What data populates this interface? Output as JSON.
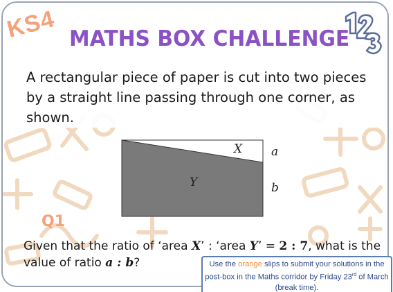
{
  "header": {
    "level": "KS4",
    "title": "MATHS BOX CHALLENGE",
    "logo_text": "123"
  },
  "question": {
    "text": "A rectangular piece of paper is cut into two pieces by a straight line passing through one corner, as shown."
  },
  "diagram": {
    "label_x": "X",
    "label_y": "Y",
    "label_a": "a",
    "label_b": "b",
    "colors": {
      "shaded": "#7a7a7a",
      "outline": "#333333"
    }
  },
  "task": {
    "number": "Q1",
    "text_1": "Given that the ratio of ‘area ",
    "sym_x": "X",
    "text_2": "’ : ‘area ",
    "sym_y": "Y",
    "text_3": "’ = ",
    "ratio": "2 : 7",
    "text_4": ", what is the value of ratio ",
    "ratio_ab": "a : b",
    "text_5": "?"
  },
  "notice": {
    "part_1": "Use the ",
    "orange_word": "orange",
    "part_2": " slips to submit your solutions in the post-box in the Maths corridor by Friday 23",
    "superscript": "rd",
    "part_3": " of March (break time)."
  },
  "colors": {
    "title": "#8a52c4",
    "accent": "#f3a27a",
    "notice_border": "#5a7db0",
    "frame": "#9aa2b5"
  }
}
